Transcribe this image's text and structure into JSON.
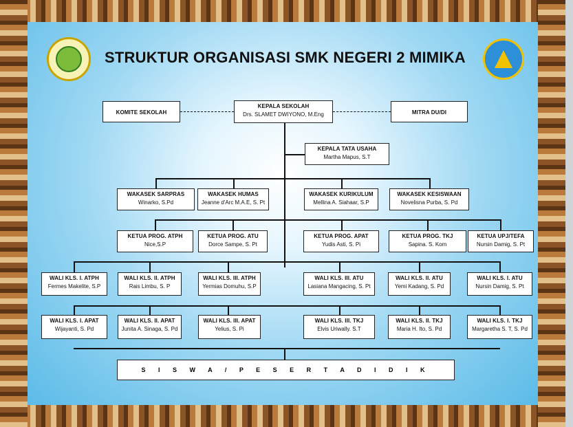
{
  "title": "STRUKTUR ORGANISASI SMK NEGERI 2 MIMIKA",
  "logos": {
    "left_icon": "school-emblem-icon",
    "right_icon": "tut-wuri-handayani-icon"
  },
  "colors": {
    "background_center": "#ffffff",
    "background_edge": "#5bbbe8",
    "border_wood": "#7a4a22",
    "box_fill": "#ffffff",
    "line": "#111111"
  },
  "top": {
    "komite": {
      "title": "KOMITE SEKOLAH"
    },
    "kepala": {
      "title": "KEPALA SEKOLAH",
      "name": "Drs. SLAMET DWIYONO, M.Eng"
    },
    "mitra": {
      "title": "MITRA DU/DI"
    }
  },
  "tata_usaha": {
    "title": "KEPALA TATA USAHA",
    "name": "Martha Mapus, S.T"
  },
  "wakasek": [
    {
      "title": "WAKASEK SARPRAS",
      "name": "Winarko, S.Pd"
    },
    {
      "title": "WAKASEK HUMAS",
      "name": "Jeanne d'Arc M.A.E, S. Pt"
    },
    {
      "title": "WAKASEK KURIKULUM",
      "name": "Mellina A. Siahaar, S.P"
    },
    {
      "title": "WAKASEK KESISWAAN",
      "name": "Novelisna Purba, S. Pd"
    }
  ],
  "ketua": [
    {
      "title": "KETUA PROG. ATPH",
      "name": "Nice,S.P"
    },
    {
      "title": "KETUA PROG. ATU",
      "name": "Dorce Sampe, S. Pt"
    },
    {
      "title": "KETUA PROG. APAT",
      "name": "Yudis Asti, S. Pi"
    },
    {
      "title": "KETUA PROG. TKJ",
      "name": "Sapina. S. Kom"
    },
    {
      "title": "KETUA UPJ/TEFA",
      "name": "Nursin Damig, S. Pt"
    }
  ],
  "wali_row1": [
    {
      "title": "WALI KLS. I. ATPH",
      "name": "Fermes Makelite, S.P"
    },
    {
      "title": "WALI KLS. II. ATPH",
      "name": "Rais Limbu, S. P"
    },
    {
      "title": "WALI KLS. III. ATPH",
      "name": "Yermias Domuhu, S.P"
    },
    {
      "title": "WALI KLS. III. ATU",
      "name": "Lasiana Mangacing, S. Pt"
    },
    {
      "title": "WALI KLS. II. ATU",
      "name": "Yemi Kadang, S. Pd"
    },
    {
      "title": "WALI KLS. I. ATU",
      "name": "Nursin Damig, S. Pt"
    }
  ],
  "wali_row2": [
    {
      "title": "WALI KLS. I. APAT",
      "name": "Wijayanti, S. Pd"
    },
    {
      "title": "WALI KLS. II. APAT",
      "name": "Junita A. Sinaga, S. Pd"
    },
    {
      "title": "WALI KLS. III. APAT",
      "name": "Yelius, S. Pi"
    },
    {
      "title": "WALI KLS. III. TKJ",
      "name": "Elvis Uriwally. S.T"
    },
    {
      "title": "WALI KLS. II. TKJ",
      "name": "Maria H. Ito, S. Pd"
    },
    {
      "title": "WALI KLS. I. TKJ",
      "name": "Margaretha S. T, S. Pd"
    }
  ],
  "siswa": "S I S W A / P E S E R T A  D I D I K"
}
